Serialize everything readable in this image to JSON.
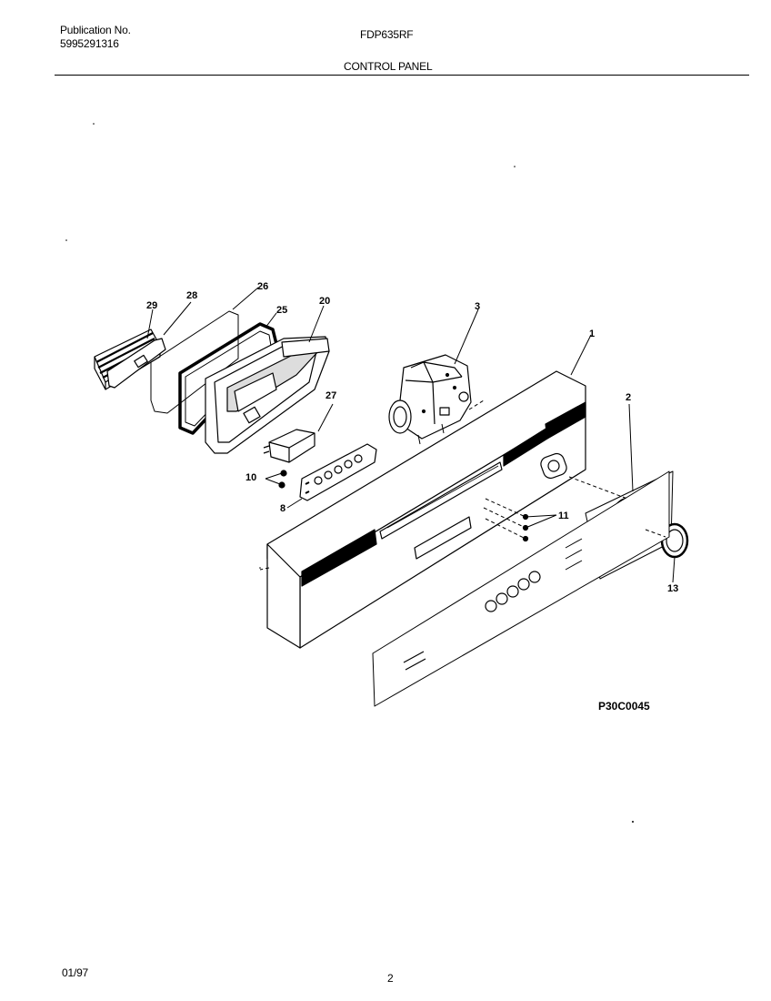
{
  "header": {
    "publication_label": "Publication No.",
    "publication_number": "5995291316",
    "model": "FDP635RF",
    "section_title": "CONTROL PANEL"
  },
  "diagram": {
    "code": "P30C0045",
    "callouts": {
      "c29": "29",
      "c28": "28",
      "c26": "26",
      "c25": "25",
      "c20": "20",
      "c27": "27",
      "c10": "10",
      "c8": "8",
      "c3": "3",
      "c1": "1",
      "c2": "2",
      "c11": "11",
      "c13": "13"
    }
  },
  "footer": {
    "date": "01/97",
    "page": "2"
  }
}
